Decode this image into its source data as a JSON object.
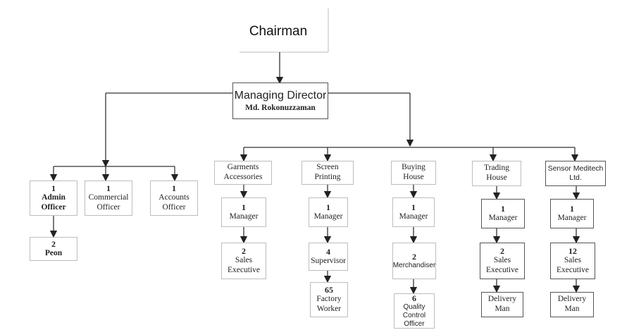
{
  "chart": {
    "top": {
      "title": "Chairman"
    },
    "md": {
      "title": "Managing Director",
      "name": "Md. Rokonuzzaman"
    },
    "left_units": [
      {
        "count": "1",
        "label": "Admin Officer"
      },
      {
        "count": "1",
        "label": "Commercial Officer"
      },
      {
        "count": "1",
        "label": "Accounts Officer"
      }
    ],
    "peon": {
      "count": "2",
      "label": "Peon"
    },
    "divisions": [
      {
        "name": "Garments Accessories",
        "steps": [
          {
            "count": "1",
            "label": "Manager"
          },
          {
            "count": "2",
            "label": "Sales Executive"
          }
        ]
      },
      {
        "name": "Screen Printing",
        "steps": [
          {
            "count": "1",
            "label": "Manager"
          },
          {
            "count": "4",
            "label": "Supervisor"
          },
          {
            "count": "65",
            "label": "Factory Worker"
          }
        ]
      },
      {
        "name": "Buying House",
        "steps": [
          {
            "count": "1",
            "label": "Manager"
          },
          {
            "count": "2",
            "label": "Merchandiser"
          },
          {
            "count": "6",
            "label": "Quality Control Officer"
          }
        ]
      },
      {
        "name": "Trading House",
        "steps": [
          {
            "count": "1",
            "label": "Manager"
          },
          {
            "count": "2",
            "label": "Sales Executive"
          },
          {
            "count": "",
            "label": "Delivery Man"
          }
        ]
      },
      {
        "name": "Sensor Meditech Ltd.",
        "steps": [
          {
            "count": "1",
            "label": "Manager"
          },
          {
            "count": "12",
            "label": "Sales Executive"
          },
          {
            "count": "",
            "label": "Delivery Man"
          }
        ]
      }
    ]
  }
}
